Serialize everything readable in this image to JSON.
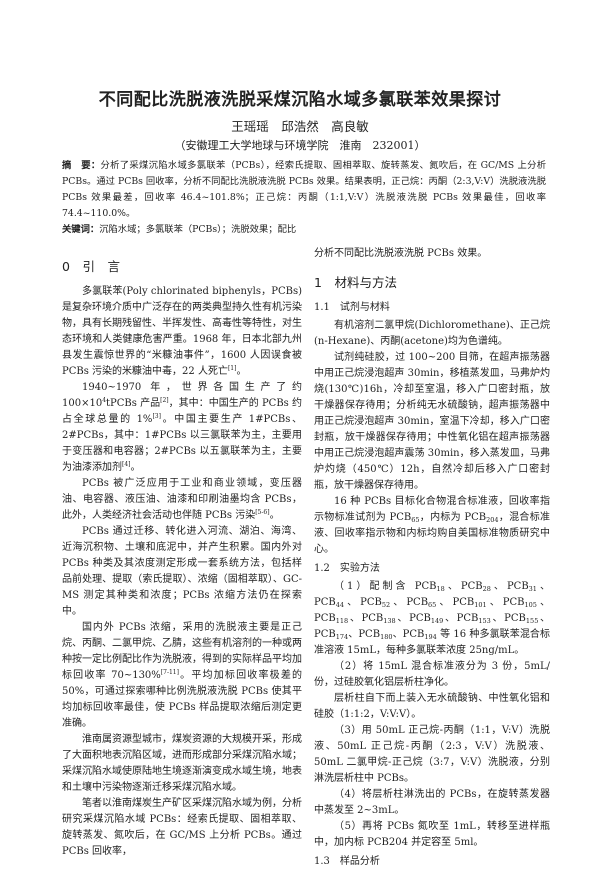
{
  "title": "不同配比洗脱液洗脱采煤沉陷水域多氯联苯效果探讨",
  "authors": "王瑶瑶　邱浩然　高良敏",
  "affiliation": "（安徽理工大学地球与环境学院　淮南　232001）",
  "abstract": {
    "label": "摘　要：",
    "text": "分析了采煤沉陷水域多氯联苯（PCBs），经索氏提取、固相萃取、旋转蒸发、氮吹后，在 GC/MS 上分析 PCBs。通过 PCBs 回收率，分析不同配比洗脱液洗脱 PCBs 效果。结果表明，正己烷：丙酮（2:3,V:V）洗脱液洗脱 PCBs 效果最差，回收率 46.4~101.8%；正己烷：丙酮（1:1,V:V）洗脱液洗脱 PCBs 效果最佳，回收率 74.4~110.0%。"
  },
  "keywords": {
    "label": "关键词：",
    "text": "沉陷水域；多氯联苯（PCBs）；洗脱效果；配比"
  },
  "left": {
    "section0": "0　引　言",
    "paragraphs": [
      [
        [
          "多氯联苯(Poly chlorinated biphenyls，PCBs)是复杂环境介质中广泛存在的两类典型持久性有机污染物，具有长期残留性、半挥发性、高毒性等特性，对生态环境和人类健康危害严重。1968 年，日本北部九州县发生震惊世界的“米糠油事件”，1600 人因误食被 PCBs 污染的米糠油中毒，22 人死亡",
          ""
        ],
        [
          "[1]",
          "sup"
        ],
        [
          "。",
          ""
        ]
      ],
      [
        [
          "1940~1970 年，世界各国生产了约 100×10",
          ""
        ],
        [
          "4",
          "sup"
        ],
        [
          "tPCBs 产品",
          ""
        ],
        [
          "[2]",
          "sup"
        ],
        [
          "，其中：中国生产的 PCBs 约占全球总量的 1%",
          ""
        ],
        [
          "[3]",
          "sup"
        ],
        [
          "。中国主要生产 1#PCBs、2#PCBs，其中：1#PCBs 以三氯联苯为主，主要用于变压器和电容器；2#PCBs 以五氯联苯为主，主要为油漆添加剂",
          ""
        ],
        [
          "[4]",
          "sup"
        ],
        [
          "。",
          ""
        ]
      ],
      [
        [
          "PCBs 被广泛应用于工业和商业领域，变压器油、电容器、液压油、油漆和印刷油墨均含 PCBs，此外，人类经济社会活动也伴随 PCBs 污染",
          ""
        ],
        [
          "[5-6]",
          "sup"
        ],
        [
          "。",
          ""
        ]
      ],
      [
        [
          "PCBs 通过迁移、转化进入河流、湖泊、海湾、近海沉积物、土壤和底泥中，并产生积累。国内外对 PCBs 种类及其浓度测定形成一套系统方法，包括样品前处理、提取（索氏提取）、浓缩（固相萃取）、GC-MS 测定其种类和浓度；PCBs 浓缩方法仍在探索中。",
          ""
        ]
      ],
      [
        [
          "国内外 PCBs 浓缩，采用的洗脱液主要是正己烷、丙酮、二氯甲烷、乙腈，这些有机溶剂的一种或两种按一定比例配比作为洗脱液，得到的实际样品平均加标回收率 70~130%",
          ""
        ],
        [
          "[7-11]",
          "sup"
        ],
        [
          "。平均加标回收率极差的 50%，可通过探索哪种比例洗脱液洗脱 PCBs 使其平均加标回收率最佳，使 PCBs 样品提取浓缩后测定更准确。",
          ""
        ]
      ],
      [
        [
          "淮南属资源型城市，煤炭资源的大规模开采，形成了大面积地表沉陷区域，进而形成部分采煤沉陷水域；采煤沉陷水域使原陆地生境逐渐演变成水域生境，地表和土壤中污染物逐渐迁移采煤沉陷水域。",
          ""
        ]
      ],
      [
        [
          "笔者以淮南煤炭生产矿区采煤沉陷水域为例，分析研究采煤沉陷水域 PCBs：经索氏提取、固相萃取、旋转蒸发、氮吹后，在 GC/MS 上分析 PCBs。通过 PCBs 回收率，",
          ""
        ]
      ]
    ]
  },
  "right": {
    "continuation": "分析不同配比洗脱液洗脱 PCBs 效果。",
    "section1": "1　材料与方法",
    "sub11": "1.1　试剂与材料",
    "p11": [
      [
        [
          "有机溶剂二氯甲烷(Dichloromethane)、正己烷(n-Hexane)、丙酮(acetone)均为色谱纯。",
          ""
        ]
      ],
      [
        [
          "试剂纯硅胶，过 100~200 目筛，在超声振荡器中用正己烷浸泡超声 30min，移植蒸发皿，马弗炉灼烧(130℃)16h，冷却至室温，移入广口密封瓶，放干燥器保存待用；分析纯无水硫酸钠，超声振荡器中用正己烷浸泡超声 30min，室温下冷却，移入广口密封瓶，放干燥器保存待用；中性氧化铝在超声振荡器中用正己烷浸泡超声震荡 30min，移入蒸发皿，马弗炉灼烧（450℃）12h，自然冷却后移入广口密封瓶，放干燥器保存待用。",
          ""
        ]
      ],
      [
        [
          "16 种 PCBs 目标化合物混合标准液，回收率指示物标准试剂为 PCB",
          ""
        ],
        [
          "65",
          "sub"
        ],
        [
          "，内标为 PCB",
          ""
        ],
        [
          "204",
          "sub"
        ],
        [
          "，混合标准液、回收率指示物和内标均购自美国标准物质研究中心。",
          ""
        ]
      ]
    ],
    "sub12": "1.2　实验方法",
    "p12": [
      [
        [
          "（1）配制含 PCB",
          ""
        ],
        [
          "18",
          "sub"
        ],
        [
          "、PCB",
          ""
        ],
        [
          "28",
          "sub"
        ],
        [
          "、PCB",
          ""
        ],
        [
          "31",
          "sub"
        ],
        [
          "、PCB",
          ""
        ],
        [
          "44",
          "sub"
        ],
        [
          "、PCB",
          ""
        ],
        [
          "52",
          "sub"
        ],
        [
          "、PCB",
          ""
        ],
        [
          "65",
          "sub"
        ],
        [
          "、PCB",
          ""
        ],
        [
          "101",
          "sub"
        ],
        [
          "、PCB",
          ""
        ],
        [
          "105",
          "sub"
        ],
        [
          "、PCB",
          ""
        ],
        [
          "118",
          "sub"
        ],
        [
          "、PCB",
          ""
        ],
        [
          "138",
          "sub"
        ],
        [
          "、PCB",
          ""
        ],
        [
          "149",
          "sub"
        ],
        [
          "、PCB",
          ""
        ],
        [
          "153",
          "sub"
        ],
        [
          "、PCB",
          ""
        ],
        [
          "155",
          "sub"
        ],
        [
          "、PCB",
          ""
        ],
        [
          "174",
          "sub"
        ],
        [
          "、PCB",
          ""
        ],
        [
          "180",
          "sub"
        ],
        [
          "、PCB",
          ""
        ],
        [
          "194",
          "sub"
        ],
        [
          " 等 16 种多氯联苯混合标准溶液 15mL，每种多氯联苯浓度 25ng/mL。",
          ""
        ]
      ],
      [
        [
          "（2）将 15mL 混合标准液分为 3 份，5mL/份，过硅胶氧化铝层析柱净化。",
          ""
        ]
      ],
      [
        [
          "层析柱自下而上装入无水硫酸钠、中性氧化铝和硅胶（1:1:2，V:V:V）。",
          ""
        ]
      ],
      [
        [
          "（3）用 50mL 正己烷-丙酮（1:1，V:V）洗脱液、50mL 正己烷-丙酮（2:3，V:V）洗脱液、50mL 二氯甲烷-正己烷（3:7，V:V）洗脱液，分别淋洗层析柱中 PCBs。",
          ""
        ]
      ],
      [
        [
          "（4）将层析柱淋洗出的 PCBs，在旋转蒸发器中蒸发至 2~3mL。",
          ""
        ]
      ],
      [
        [
          "（5）再将 PCBs 氮吹至 1mL，转移至进样瓶中，加内标 PCB204 并定容至 5ml。",
          ""
        ]
      ]
    ],
    "sub13": "1.3　样品分析"
  }
}
